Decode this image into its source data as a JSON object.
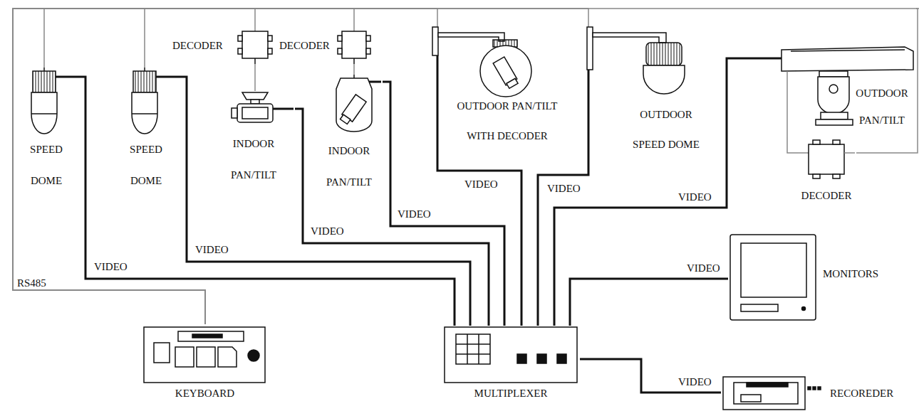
{
  "diagram": {
    "nodes": [
      {
        "text": [
          "SPEED DOME"
        ]
      },
      {
        "text": [
          "SPEED DOME"
        ]
      },
      {
        "text": [
          "DECODER"
        ]
      },
      {
        "text": [
          "DECODER"
        ]
      },
      {
        "text": [
          "INDOOR PAN/TILT"
        ]
      },
      {
        "text": [
          "INDOOR PAN/TILT"
        ]
      },
      {
        "text": [
          "OUTDOOR PAN/TILT WITH DECODER"
        ]
      },
      {
        "text": [
          "OUTDOOR SPEED DOME"
        ]
      },
      {
        "text": [
          "OUTDOOR PAN/TILT"
        ]
      },
      {
        "text": [
          "DECODER"
        ]
      },
      {
        "text": [
          "MONITORS"
        ]
      },
      {
        "text": [
          "KEYBOARD"
        ]
      },
      {
        "text": [
          "MULTIPLEXER"
        ]
      },
      {
        "text": [
          "RECOREDER"
        ]
      }
    ],
    "edges": [
      {
        "from": 11,
        "to": 0,
        "arrow": "none"
      },
      {
        "from": 11,
        "to": 1,
        "arrow": "none"
      },
      {
        "from": 11,
        "to": 2,
        "arrow": "none"
      },
      {
        "from": 11,
        "to": 3,
        "arrow": "none"
      },
      {
        "from": 11,
        "to": 6,
        "arrow": "none"
      },
      {
        "from": 11,
        "to": 7,
        "arrow": "none"
      },
      {
        "from": 11,
        "to": 9,
        "arrow": "none"
      },
      {
        "from": 2,
        "to": 4,
        "arrow": "none"
      },
      {
        "from": 3,
        "to": 5,
        "arrow": "none"
      },
      {
        "from": 9,
        "to": 8,
        "arrow": "none"
      },
      {
        "from": 0,
        "to": 12,
        "label": "VIDEO",
        "arrow": "none"
      },
      {
        "from": 1,
        "to": 12,
        "label": "VIDEO",
        "arrow": "none"
      },
      {
        "from": 4,
        "to": 12,
        "label": "VIDEO",
        "arrow": "none"
      },
      {
        "from": 5,
        "to": 12,
        "label": "VIDEO",
        "arrow": "none"
      },
      {
        "from": 6,
        "to": 12,
        "label": "VIDEO",
        "arrow": "none"
      },
      {
        "from": 7,
        "to": 12,
        "label": "VIDEO",
        "arrow": "none"
      },
      {
        "from": 8,
        "to": 12,
        "label": "VIDEO",
        "arrow": "none"
      },
      {
        "from": 12,
        "to": 10,
        "label": "VIDEO",
        "arrow": "none"
      },
      {
        "from": 12,
        "to": 13,
        "label": "VIDEO",
        "arrow": "none"
      }
    ],
    "labels": [
      "RS485"
    ]
  }
}
